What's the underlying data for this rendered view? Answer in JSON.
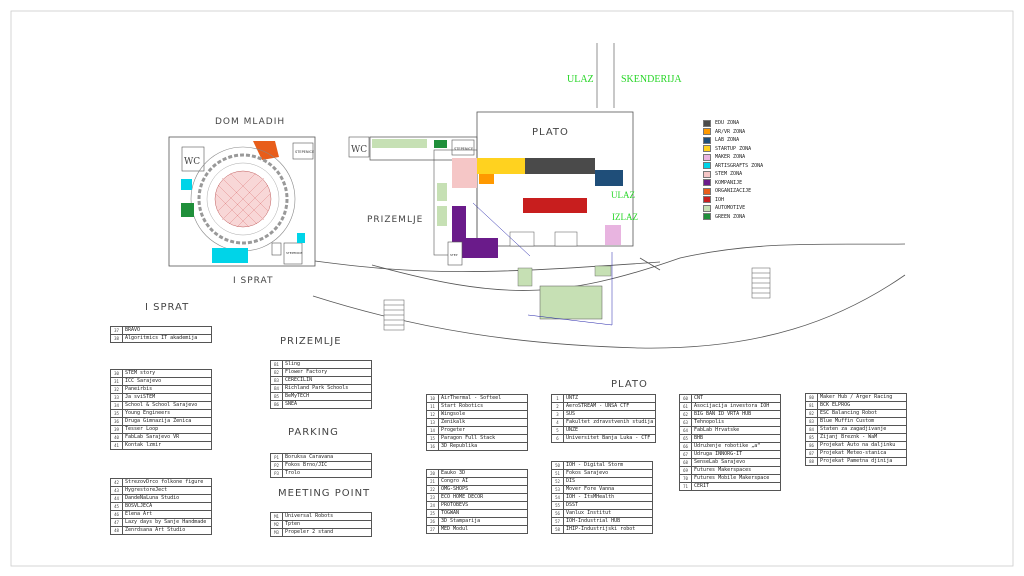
{
  "labels": {
    "ulaz": "ULAZ",
    "skenderija": "SKENDERIJA",
    "dom_mladih": "DOM MLADIH",
    "plato": "PLATO",
    "prizemlje": "PRIZEMLJE",
    "i_sprat": "I SPRAT",
    "ulaz_right": "ULAZ",
    "izlaz": "IZLAZ",
    "wc": "WC",
    "wc2": "WC",
    "stepenice": "STEPENICE",
    "lift": "LIFT"
  },
  "colors": {
    "edu": "#4a4a4a",
    "ar_vr": "#ff9900",
    "lab": "#1f4e79",
    "startup": "#ffd21f",
    "maker": "#e8b4e0",
    "artisgrafts": "#00d4e8",
    "stem": "#f5c6c6",
    "kompanije": "#6a1b8a",
    "organizacije": "#e85d1a",
    "ioh": "#c81e1e",
    "automotive": "#c6e0b4",
    "green": "#1f8f3a",
    "green_text": "#28d628"
  },
  "legend": [
    {
      "label": "EDU ZONA",
      "color": "#4a4a4a"
    },
    {
      "label": "AR/VR ZONA",
      "color": "#ff9900"
    },
    {
      "label": "LAB ZONA",
      "color": "#1f4e79"
    },
    {
      "label": "STARTUP ZONA",
      "color": "#ffd21f"
    },
    {
      "label": "MAKER ZONA",
      "color": "#e8b4e0"
    },
    {
      "label": "ARTISGRAFTS ZONA",
      "color": "#00d4e8"
    },
    {
      "label": "STEM ZONA",
      "color": "#f5c6c6"
    },
    {
      "label": "KOMPANIJE",
      "color": "#6a1b8a"
    },
    {
      "label": "ORGANIZACIJE",
      "color": "#e85d1a"
    },
    {
      "label": "IOH",
      "color": "#c81e1e"
    },
    {
      "label": "AUTOMOTIVE",
      "color": "#c6e0b4"
    },
    {
      "label": "GREEN ZONA",
      "color": "#1f8f3a"
    }
  ],
  "sections": {
    "i_sprat": "I SPRAT",
    "prizemlje": "PRIZEMLJE",
    "parking": "PARKING",
    "meeting_point": "MEETING POINT",
    "plato": "PLATO"
  },
  "tables": {
    "i_sprat_a": [
      {
        "n": "37",
        "label": "BRAVO"
      },
      {
        "n": "38",
        "label": "Algoritmics IT akademija"
      }
    ],
    "i_sprat_b": [
      {
        "n": "30",
        "label": "STEM story"
      },
      {
        "n": "31",
        "label": "ICC Sarajevo"
      },
      {
        "n": "32",
        "label": "Paneirbis"
      },
      {
        "n": "33",
        "label": "Ja sviSTEM"
      },
      {
        "n": "34",
        "label": "School & School Sarajevo"
      },
      {
        "n": "35",
        "label": "Young Engineers"
      },
      {
        "n": "36",
        "label": "Druga Gimnazija Zenica"
      },
      {
        "n": "39",
        "label": "Tesser Loop"
      },
      {
        "n": "40",
        "label": "FabLab Sarajevo VR"
      },
      {
        "n": "41",
        "label": "Kontak lzmir"
      }
    ],
    "i_sprat_c": [
      {
        "n": "42",
        "label": "StrezovDrco folkone figure"
      },
      {
        "n": "43",
        "label": "HygrestoreJect"
      },
      {
        "n": "44",
        "label": "DandeNaLuna Studio"
      },
      {
        "n": "45",
        "label": "BOSVLJEČA"
      },
      {
        "n": "46",
        "label": "Elena Art"
      },
      {
        "n": "47",
        "label": "Lazy days by Sanje Handmade"
      },
      {
        "n": "48",
        "label": "Zenrdsana Art Studio"
      }
    ],
    "prizemlje": [
      {
        "n": "B1",
        "label": "Sling"
      },
      {
        "n": "B2",
        "label": "Flower Factory"
      },
      {
        "n": "B3",
        "label": "CERECILIN"
      },
      {
        "n": "B4",
        "label": "Richland Park Schools"
      },
      {
        "n": "B5",
        "label": "BeMyTECH"
      },
      {
        "n": "B6",
        "label": "SNEA"
      }
    ],
    "parking": [
      {
        "n": "P1",
        "label": "Boruksa Caravana"
      },
      {
        "n": "P2",
        "label": "Fokos Brno/JIC"
      },
      {
        "n": "P3",
        "label": "Trolo"
      }
    ],
    "meeting_point": [
      {
        "n": "M1",
        "label": "Universal Robots"
      },
      {
        "n": "M2",
        "label": "Tpten"
      },
      {
        "n": "M3",
        "label": "Propeler 2 stand"
      }
    ],
    "plato_1": [
      {
        "n": "10",
        "label": "AirThermal - Softeel"
      },
      {
        "n": "11",
        "label": "Start Robotics"
      },
      {
        "n": "12",
        "label": "Wingsole"
      },
      {
        "n": "13",
        "label": "Zenikalk"
      },
      {
        "n": "14",
        "label": "Progeter"
      },
      {
        "n": "15",
        "label": "Paragon Full Stack"
      },
      {
        "n": "16",
        "label": "3D Republika"
      }
    ],
    "plato_2": [
      {
        "n": "20",
        "label": "Eauko 3D"
      },
      {
        "n": "21",
        "label": "Congro AI"
      },
      {
        "n": "22",
        "label": "OMG-SHOPS"
      },
      {
        "n": "23",
        "label": "ECO HOME DECOR"
      },
      {
        "n": "24",
        "label": "PROTOBEVS"
      },
      {
        "n": "25",
        "label": "TOGWAN"
      },
      {
        "n": "26",
        "label": "3D Stamparija"
      },
      {
        "n": "27",
        "label": "MED Modul"
      }
    ],
    "plato_3": [
      {
        "n": "1",
        "label": "UNTZ"
      },
      {
        "n": "2",
        "label": "AeroSTREAM - UNSA CTF"
      },
      {
        "n": "3",
        "label": "SUS"
      },
      {
        "n": "4",
        "label": "Fakultet zdravstvenih studija"
      },
      {
        "n": "5",
        "label": "UNZE"
      },
      {
        "n": "6",
        "label": "Universitet Banja Luka - CTF"
      }
    ],
    "plato_4": [
      {
        "n": "50",
        "label": "IOH - Digital Storm"
      },
      {
        "n": "51",
        "label": "Fokos Sarajevo"
      },
      {
        "n": "52",
        "label": "DIS"
      },
      {
        "n": "53",
        "label": "Mover Fore Vanna"
      },
      {
        "n": "54",
        "label": "IOH - ItsMHealth"
      },
      {
        "n": "55",
        "label": "DSST"
      },
      {
        "n": "56",
        "label": "Vanlux Institut"
      },
      {
        "n": "57",
        "label": "IOH-Industrial HUB"
      },
      {
        "n": "58",
        "label": "IHIP-Industrijski robot"
      }
    ],
    "plato_5": [
      {
        "n": "60",
        "label": "CNT"
      },
      {
        "n": "61",
        "label": "Asocijacija investora IOH"
      },
      {
        "n": "62",
        "label": "BIG BAN ID VRTA HUB"
      },
      {
        "n": "63",
        "label": "Tehnopolis"
      },
      {
        "n": "64",
        "label": "FabLab Hrvatske"
      },
      {
        "n": "65",
        "label": "BHB"
      },
      {
        "n": "66",
        "label": "Udruženje robotike „a“"
      },
      {
        "n": "67",
        "label": "Udruga INNORG-IT"
      },
      {
        "n": "68",
        "label": "SenseLab Sarajevo"
      },
      {
        "n": "69",
        "label": "Futures Makerspaces"
      },
      {
        "n": "70",
        "label": "Futures Mobile Makerspace"
      },
      {
        "n": "71",
        "label": "CERIT"
      }
    ],
    "plato_6": [
      {
        "n": "80",
        "label": "Maker Hub / Arger Racing"
      },
      {
        "n": "81",
        "label": "BCK ELPROG"
      },
      {
        "n": "82",
        "label": "ESC Balancing Robot"
      },
      {
        "n": "83",
        "label": "Blue Muffin Custom"
      },
      {
        "n": "84",
        "label": "Staten za zagadjivanje"
      },
      {
        "n": "85",
        "label": "Zijanj Breznk - WaM"
      },
      {
        "n": "86",
        "label": "Projekat Auto na daljinku"
      },
      {
        "n": "87",
        "label": "Projekat Meteo-stanica"
      },
      {
        "n": "88",
        "label": "Projekat Pametna djinija"
      }
    ]
  }
}
